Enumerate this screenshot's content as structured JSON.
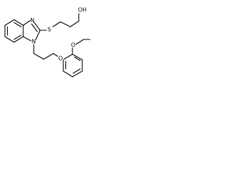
{
  "structure": {
    "atom_labels": {
      "sulfur": "S",
      "nitrogen_imine": "N",
      "nitrogen_ring": "N",
      "hydroxyl": "OH",
      "ether_oxygen": "O",
      "methoxy_oxygen": "O"
    },
    "colors": {
      "bond": "#000000",
      "background": "#ffffff"
    }
  }
}
